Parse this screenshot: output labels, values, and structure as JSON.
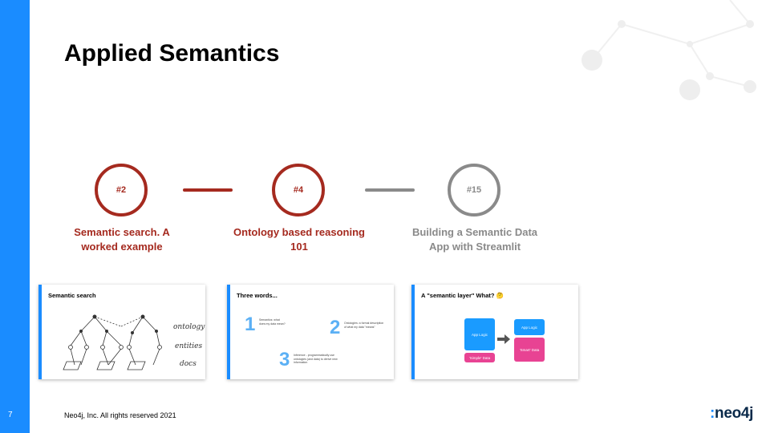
{
  "slide": {
    "number": "7",
    "title": "Applied Semantics",
    "footer": "Neo4j, Inc. All rights reserved 2021",
    "logo_text": "neo4j"
  },
  "colors": {
    "accent_blue": "#1a8cff",
    "active_red": "#a52a1f",
    "inactive_gray": "#8a8a8a"
  },
  "steps": [
    {
      "badge": "#2",
      "label_line1": "Semantic search. A",
      "label_line2": "worked example"
    },
    {
      "badge": "#4",
      "label_line1": "Ontology based reasoning",
      "label_line2": "101"
    },
    {
      "badge": "#15",
      "label_line1": "Building a Semantic Data",
      "label_line2": "App with Streamlit"
    }
  ],
  "thumbnails": [
    {
      "title": "Semantic search",
      "words": [
        "ontology",
        "entities",
        "docs"
      ]
    },
    {
      "title": "Three words...",
      "items": [
        {
          "num": "1",
          "text": "Semantics: what does my data mean?"
        },
        {
          "num": "2",
          "text": "Ontologies: a formal description of what my data \"means\""
        },
        {
          "num": "3",
          "text": "Inference - programmatically use ontologies (and data) to derive new information"
        }
      ]
    },
    {
      "title": "A \"semantic layer\"  What? 🤔",
      "left_top": "App Logic",
      "left_bottom": "'Simple' Data",
      "right_top": "App Logic",
      "right_bottom": "'Smart' Data"
    }
  ]
}
